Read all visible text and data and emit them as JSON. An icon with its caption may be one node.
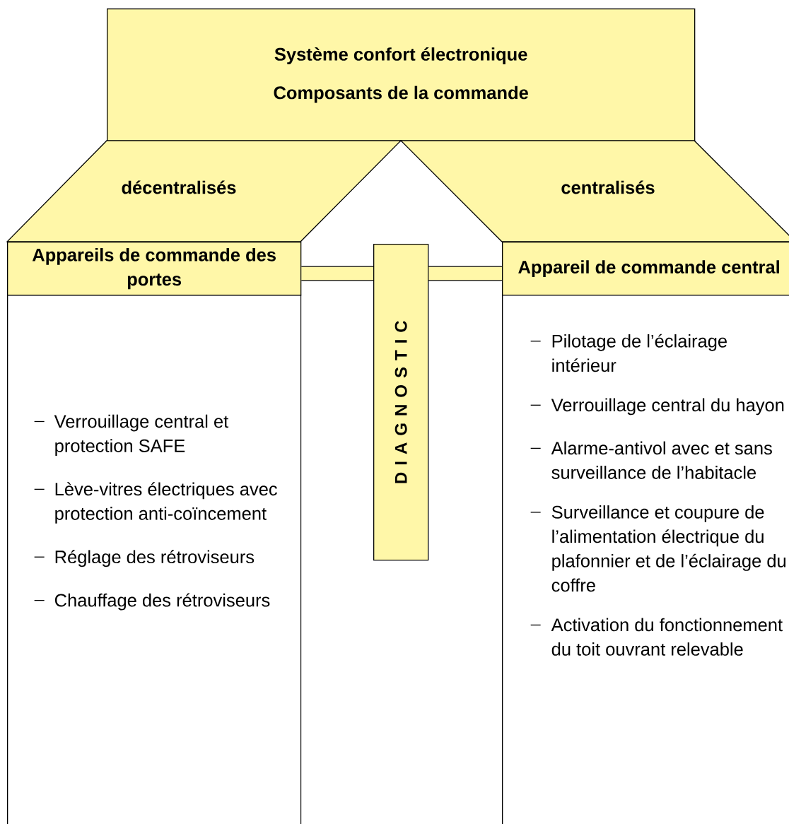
{
  "diagram": {
    "nodes": [
      {
        "text": [
          "Système confort électronique",
          "Composants de la commande"
        ]
      },
      {
        "text": [
          "décentralisés"
        ]
      },
      {
        "text": [
          "centralisés"
        ]
      },
      {
        "text": [
          "Appareils de commande des portes"
        ]
      },
      {
        "text": [
          "D I A G N O S T I C"
        ]
      },
      {
        "text": [
          "Appareil de commande central"
        ]
      },
      {
        "text": [
          "Verrouillage central et protection SAFE",
          "Lève-vitres électriques avec protection anti-coïncement",
          "Réglage des rétroviseurs",
          "Chauffage des rétroviseurs"
        ]
      },
      {
        "text": [
          "Pilotage de l’éclairage intérieur",
          "Verrouillage central du hayon",
          "Alarme-antivol avec et sans surveillance de l’habitacle",
          "Surveillance et coupure de l’alimentation électrique du plafonnier et de l’éclairage du coffre",
          "Activation du fonctionnement du toit ouvrant relevable"
        ]
      }
    ],
    "edges": [
      {
        "from": 3,
        "to": 4,
        "arrow": "none"
      },
      {
        "from": 4,
        "to": 5,
        "arrow": "none"
      }
    ]
  }
}
